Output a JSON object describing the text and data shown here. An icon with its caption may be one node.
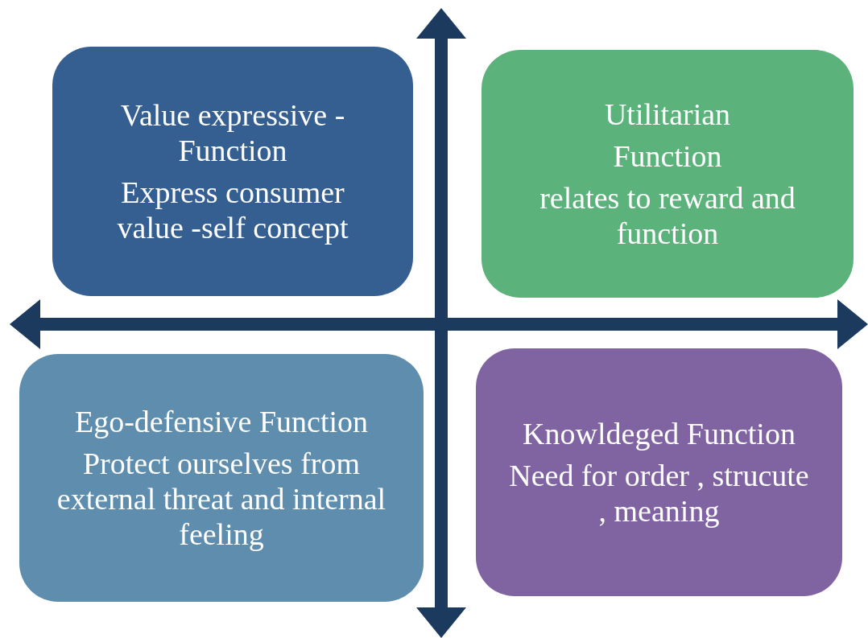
{
  "diagram": {
    "nodes": [
      {
        "text": [
          "Value expressive - Function",
          "Express consumer value -self concept"
        ]
      },
      {
        "text": [
          "Utilitarian",
          "Function",
          "relates to reward and function"
        ]
      },
      {
        "text": [
          "Ego-defensive Function",
          "Protect ourselves from external threat and internal feeling"
        ]
      },
      {
        "text": [
          "Knowldeged Function",
          "Need for order , strucute , meaning"
        ]
      }
    ]
  }
}
